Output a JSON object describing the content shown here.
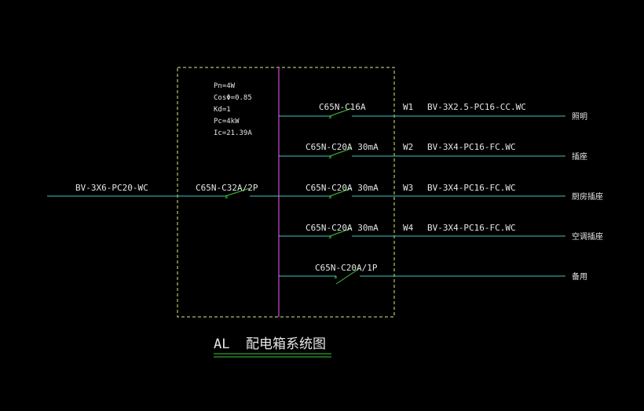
{
  "colors": {
    "background": "#000000",
    "feeder": "#37c8c8",
    "busbar": "#d24bd2",
    "panel_border": "#e6e68c",
    "breaker": "#3cc83c",
    "text": "#e6e6e6"
  },
  "incoming": {
    "cable": "BV-3X6-PC20-WC",
    "breaker": "C65N-C32A/2P"
  },
  "panel_params": [
    "Pn=4W",
    "CosΦ=0.85",
    "Kd=1",
    "Pc=4kW",
    "Ic=21.39A"
  ],
  "circuits": [
    {
      "breaker": "C65N-C16A",
      "id": "W1",
      "cable": "BV-3X2.5-PC16-CC.WC",
      "dest": "照明"
    },
    {
      "breaker": "C65N-C20A  30mA",
      "id": "W2",
      "cable": "BV-3X4-PC16-FC.WC",
      "dest": "插座"
    },
    {
      "breaker": "C65N-C20A  30mA",
      "id": "W3",
      "cable": "BV-3X4-PC16-FC.WC",
      "dest": "厨房插座"
    },
    {
      "breaker": "C65N-C20A  30mA",
      "id": "W4",
      "cable": "BV-3X4-PC16-FC.WC",
      "dest": "空调插座"
    },
    {
      "breaker": "C65N-C20A/1P",
      "id": "",
      "cable": "",
      "dest": "备用"
    }
  ],
  "title": "AL  配电箱系统图"
}
